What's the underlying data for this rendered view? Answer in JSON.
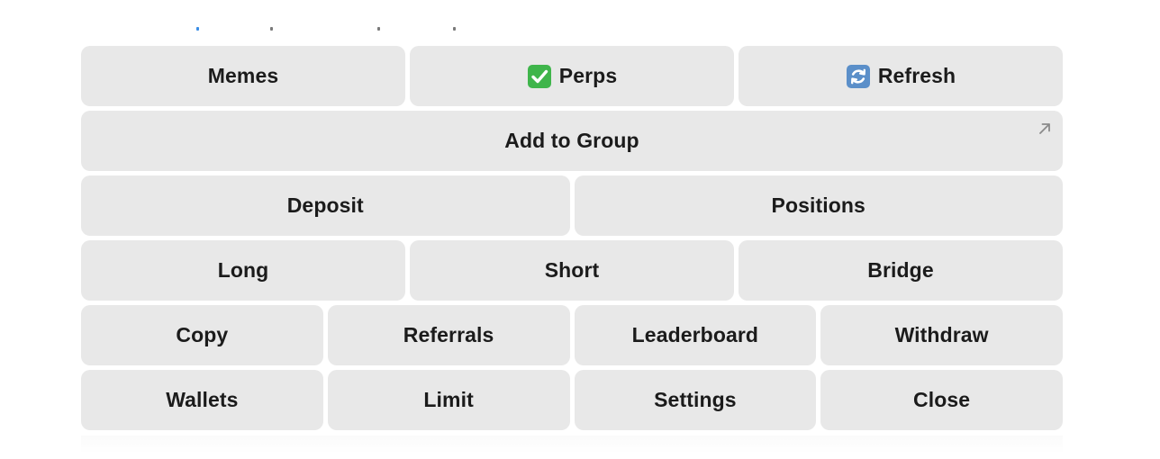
{
  "keyboard": {
    "rows": [
      {
        "memes_label": "Memes",
        "perps_label": "Perps",
        "refresh_label": "Refresh"
      },
      {
        "add_to_group_label": "Add to Group"
      },
      {
        "deposit_label": "Deposit",
        "positions_label": "Positions"
      },
      {
        "long_label": "Long",
        "short_label": "Short",
        "bridge_label": "Bridge"
      },
      {
        "copy_label": "Copy",
        "referrals_label": "Referrals",
        "leaderboard_label": "Leaderboard",
        "withdraw_label": "Withdraw"
      },
      {
        "wallets_label": "Wallets",
        "limit_label": "Limit",
        "settings_label": "Settings",
        "close_label": "Close"
      }
    ],
    "icons": {
      "perps": "check-mark-button-icon",
      "refresh": "counterclockwise-arrows-icon",
      "add_to_group": "arrow-up-right-icon"
    },
    "colors": {
      "key_background": "#e8e8e8",
      "key_text": "#1b1b1b",
      "check_green": "#3fb54b",
      "refresh_blue": "#5b8fc9"
    }
  }
}
